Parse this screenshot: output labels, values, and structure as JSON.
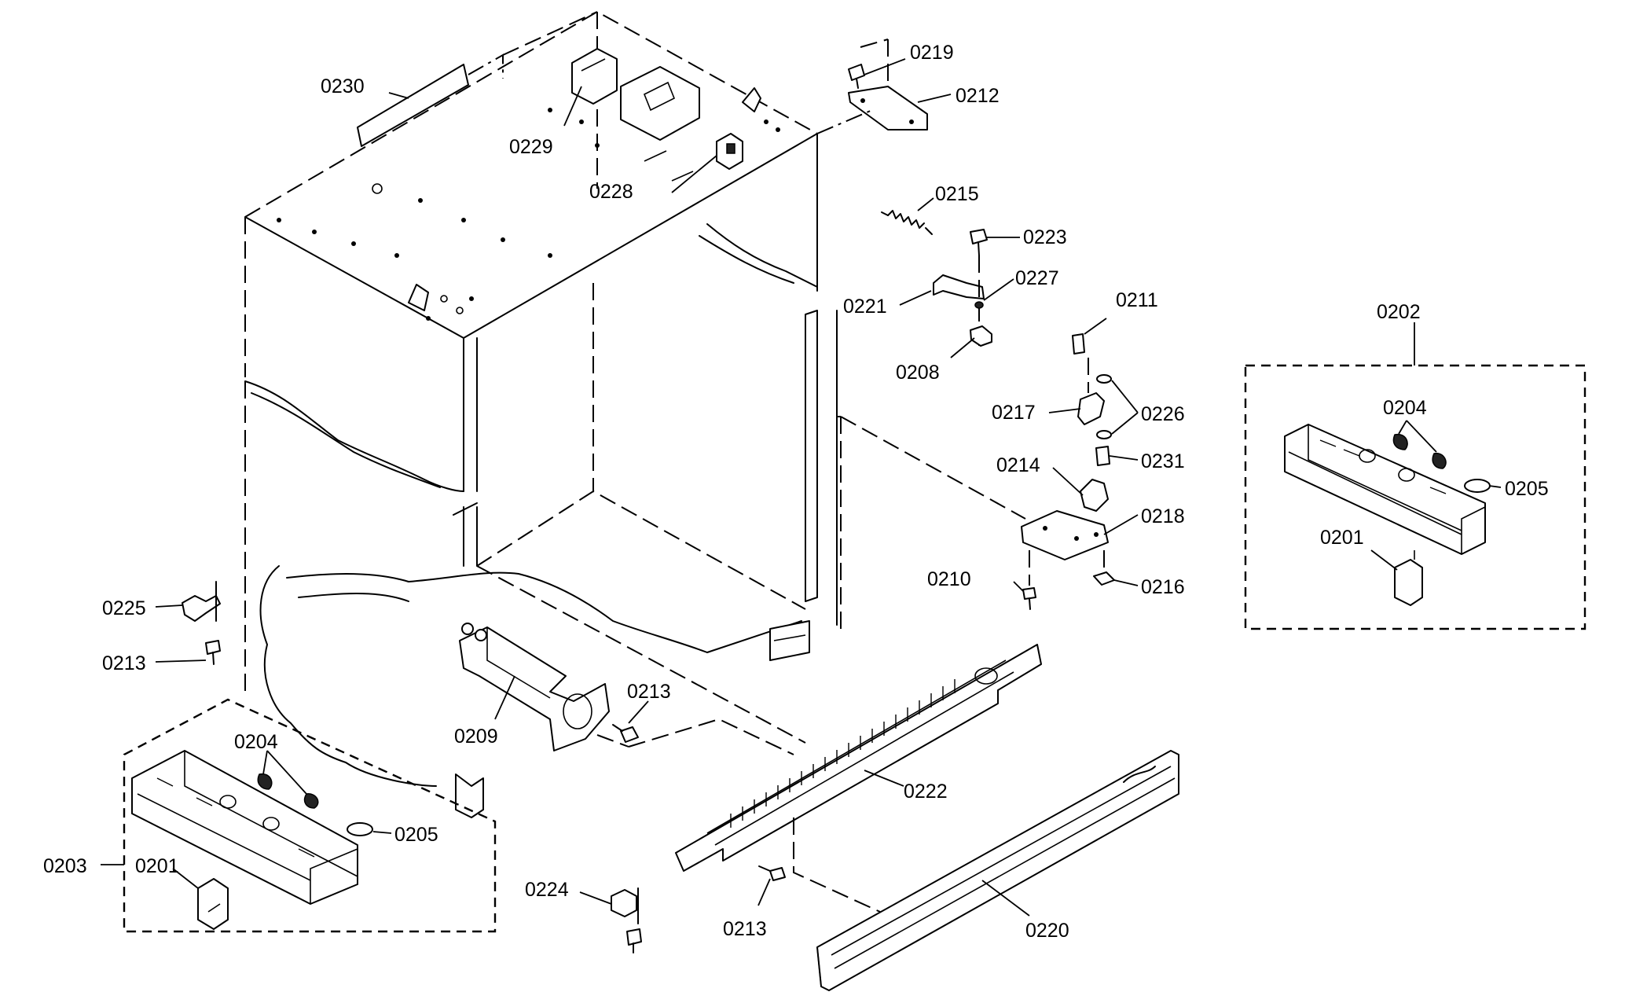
{
  "callouts": [
    {
      "id": "c0230",
      "text": "0230"
    },
    {
      "id": "c0229",
      "text": "0229"
    },
    {
      "id": "c0228",
      "text": "0228"
    },
    {
      "id": "c0219",
      "text": "0219"
    },
    {
      "id": "c0212",
      "text": "0212"
    },
    {
      "id": "c0215",
      "text": "0215"
    },
    {
      "id": "c0223",
      "text": "0223"
    },
    {
      "id": "c0221",
      "text": "0221"
    },
    {
      "id": "c0227",
      "text": "0227"
    },
    {
      "id": "c0208",
      "text": "0208"
    },
    {
      "id": "c0211",
      "text": "0211"
    },
    {
      "id": "c0217",
      "text": "0217"
    },
    {
      "id": "c0226",
      "text": "0226"
    },
    {
      "id": "c0231",
      "text": "0231"
    },
    {
      "id": "c0214",
      "text": "0214"
    },
    {
      "id": "c0218",
      "text": "0218"
    },
    {
      "id": "c0210",
      "text": "0210"
    },
    {
      "id": "c0216",
      "text": "0216"
    },
    {
      "id": "c0202",
      "text": "0202"
    },
    {
      "id": "c0204r",
      "text": "0204"
    },
    {
      "id": "c0205r",
      "text": "0205"
    },
    {
      "id": "c0201r",
      "text": "0201"
    },
    {
      "id": "c0225",
      "text": "0225"
    },
    {
      "id": "c0213a",
      "text": "0213"
    },
    {
      "id": "c0213b",
      "text": "0213"
    },
    {
      "id": "c0209",
      "text": "0209"
    },
    {
      "id": "c0204l",
      "text": "0204"
    },
    {
      "id": "c0205l",
      "text": "0205"
    },
    {
      "id": "c0203",
      "text": "0203"
    },
    {
      "id": "c0201l",
      "text": "0201"
    },
    {
      "id": "c0222",
      "text": "0222"
    },
    {
      "id": "c0224",
      "text": "0224"
    },
    {
      "id": "c0213c",
      "text": "0213"
    },
    {
      "id": "c0220",
      "text": "0220"
    }
  ]
}
